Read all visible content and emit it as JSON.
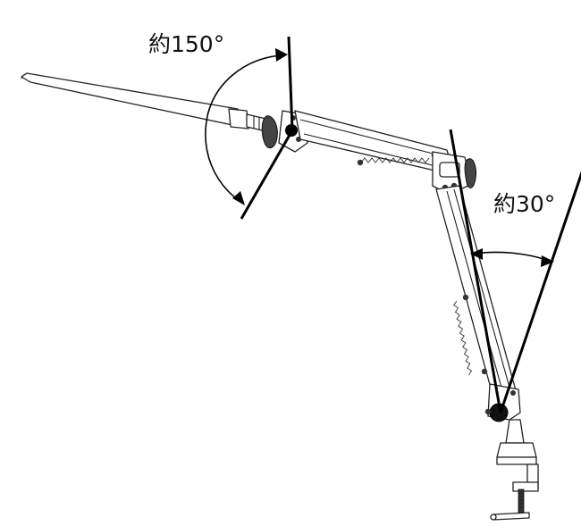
{
  "angles": {
    "head_angle": {
      "text": "約150°",
      "degrees": 150
    },
    "arm_angle": {
      "text": "約30°",
      "degrees": 30
    }
  },
  "colors": {
    "line": "#000000",
    "outline": "#222222",
    "background": "#ffffff"
  }
}
